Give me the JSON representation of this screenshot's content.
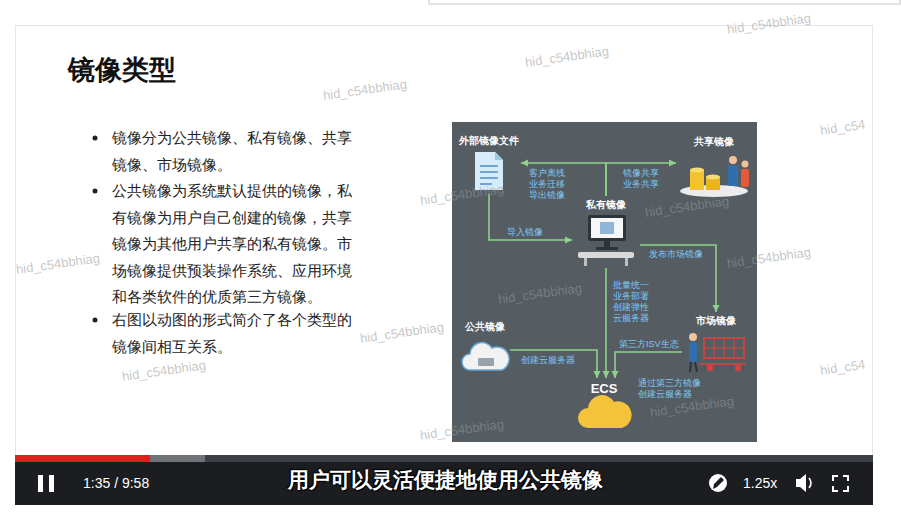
{
  "diagram": {
    "title": "镜像类型",
    "nodes": [
      {
        "text": [
          "外部镜像文件"
        ]
      },
      {
        "text": [
          "共享镜像"
        ]
      },
      {
        "text": [
          "私有镜像"
        ]
      },
      {
        "text": [
          "市场镜像"
        ]
      },
      {
        "text": [
          "公共镜像"
        ]
      },
      {
        "text": [
          "ECS"
        ]
      }
    ],
    "edges": [
      {
        "from": 2,
        "to": 0,
        "label": "客户离线 业务迁移 导出镜像",
        "arrow": "to"
      },
      {
        "from": 0,
        "to": 2,
        "label": "导入镜像",
        "arrow": "to"
      },
      {
        "from": 2,
        "to": 1,
        "label": "镜像共享 业务共享",
        "arrow": "to"
      },
      {
        "from": 2,
        "to": 3,
        "label": "发布市场镜像",
        "arrow": "to"
      },
      {
        "from": 2,
        "to": 5,
        "label": "批量统一 业务部署 创建弹性 云服务器",
        "arrow": "to"
      },
      {
        "from": 4,
        "to": 5,
        "label": "创建云服务器",
        "arrow": "to"
      },
      {
        "from": 3,
        "to": 5,
        "label": "第三方ISV生态",
        "arrow": "to"
      }
    ],
    "labels": [
      "镜像分为公共镜像、私有镜像、共享镜像、市场镜像。",
      "公共镜像为系统默认提供的镜像，私有镜像为用户自己创建的镜像，共享镜像为其他用户共享的私有镜像。市场镜像提供预装操作系统、应用环境和各类软件的优质第三方镜像。",
      "右图以动图的形式简介了各个类型的镜像间相互关系。",
      "hid_c54bbhiag",
      "hid_c54bbhiag",
      "hid_c54bbhiag",
      "hid_c54",
      "hid_c54bbhiag",
      "hid_c54bbhiag",
      "hid_c54bbhiag",
      "hid_c54bbhiag",
      "hid_c54bbhiag",
      "hid_c54bbhiag",
      "hid_c54",
      "hid_c54bbhiag",
      "hid_c54bbhiag",
      "hid_c54bbhiag",
      "通过第三方镜像 创建云服务器",
      "1:35 / 9:58",
      "用户可以灵活便捷地使用公共镜像",
      "1.25x"
    ]
  }
}
